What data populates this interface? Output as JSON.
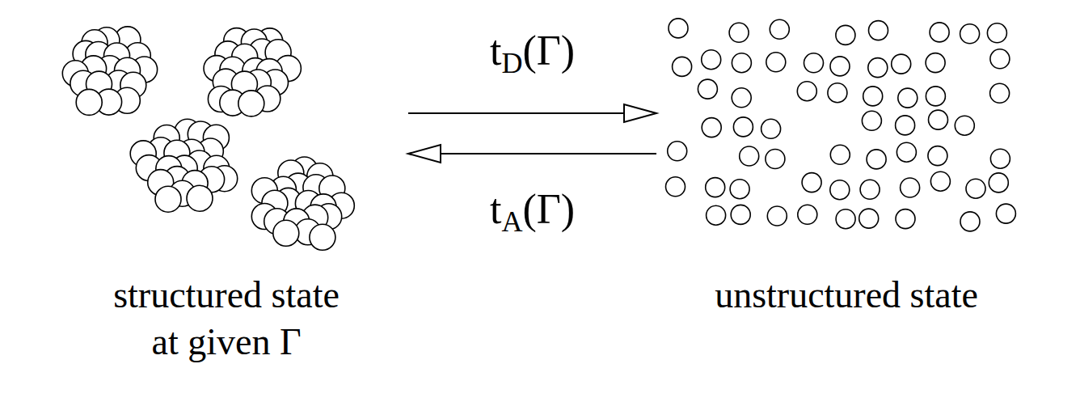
{
  "diagram": {
    "nodes": [
      {
        "text": [
          "structured state at given Γ"
        ]
      },
      {
        "text": [
          "unstructured state"
        ]
      }
    ],
    "edges": [
      {
        "from": 0,
        "to": 1,
        "arrow": "to",
        "label": "tD(Γ)"
      },
      {
        "from": 1,
        "to": 0,
        "arrow": "to",
        "label": "tA(Γ)"
      }
    ]
  }
}
